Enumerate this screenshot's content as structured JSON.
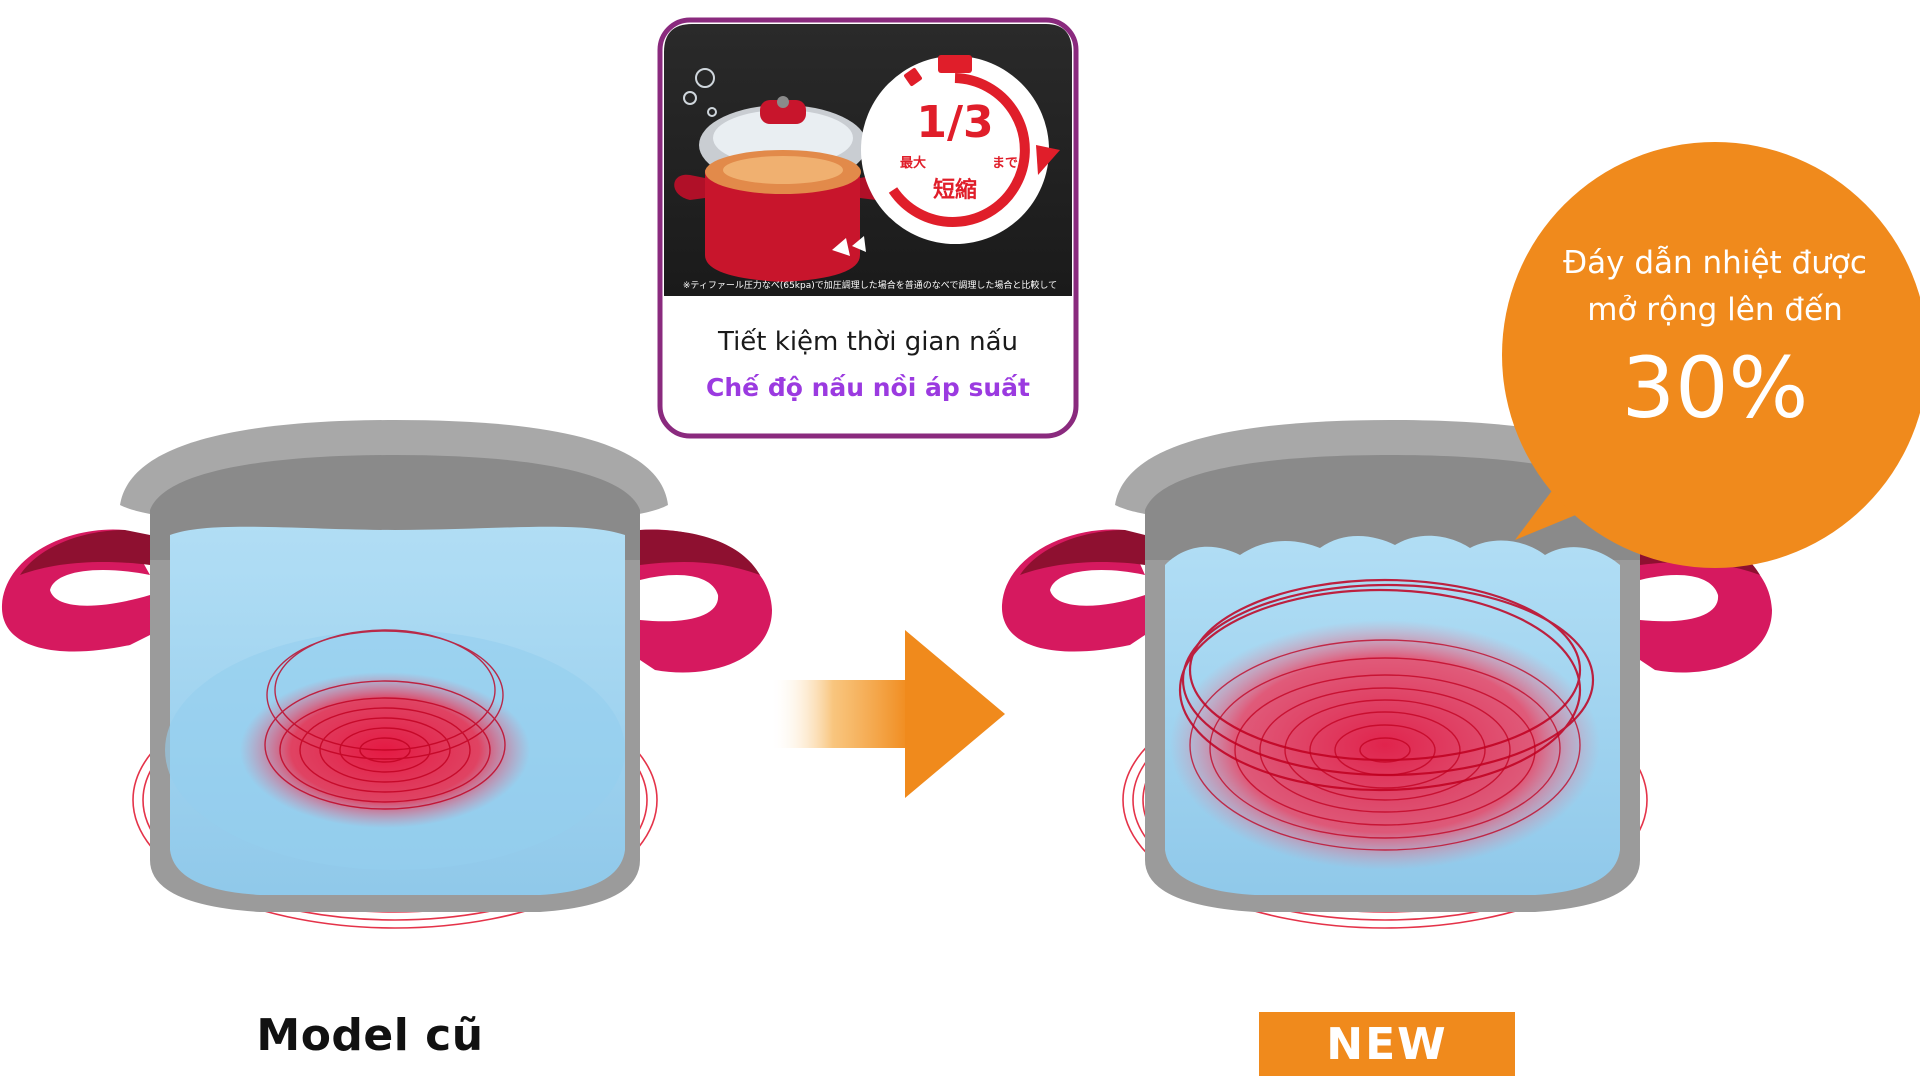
{
  "card": {
    "title": "Tiết kiệm thời gian nấu",
    "subtitle": "Chế độ nấu nồi áp suất",
    "badge_fraction_num": "1",
    "badge_fraction_den": "3",
    "badge_small_left": "最大",
    "badge_small_right": "まで",
    "badge_word": "短縮",
    "footnote": "※ティファール圧力なべ(65kpa)で加圧調理した場合を普通のなべで調理した場合と比較して"
  },
  "bubble": {
    "line1": "Đáy dẫn nhiệt được",
    "line2": "mở rộng lên đến",
    "percent": "30%"
  },
  "labels": {
    "old_model": "Model cũ",
    "new_model": "NEW"
  },
  "colors": {
    "bubble": "#f08a1c",
    "new_tag": "#f08a1c",
    "handle": "#d6195f",
    "heat": "#e0102a",
    "water": "#a9dcf7",
    "pot": "#9a9a9a",
    "card_border": "#8a2a7e",
    "subtitle": "#9b3ae0"
  },
  "icons": {
    "arrow": "arrow-right-icon"
  }
}
